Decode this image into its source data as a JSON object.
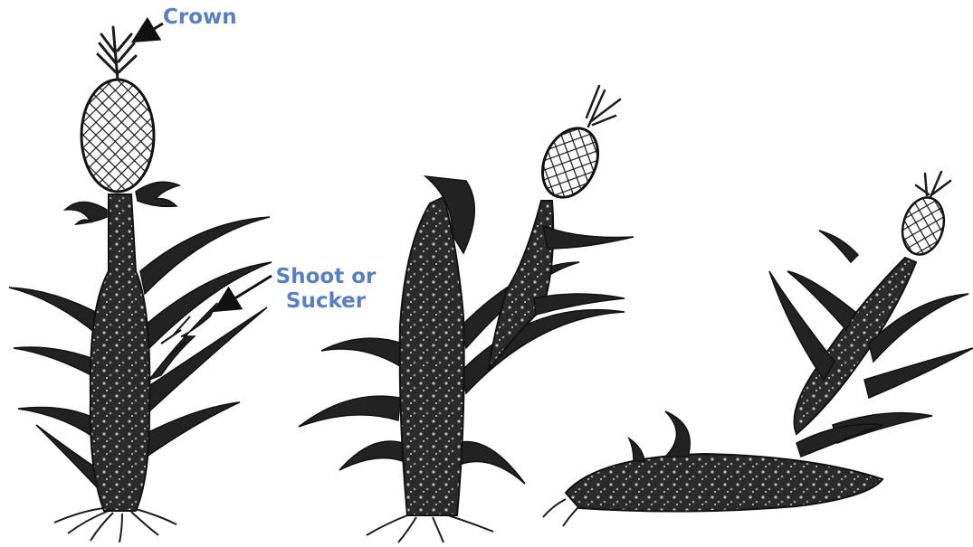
{
  "labels": {
    "crown": "Crown",
    "shoot_line1": "Shoot or",
    "shoot_line2": "Sucker"
  },
  "colors": {
    "label": "#5a7fc0",
    "ink": "#1c1c1c",
    "background": "#ffffff"
  },
  "icons": {
    "arrow": "arrow-icon",
    "pineapple": "pineapple-fruit-icon"
  }
}
